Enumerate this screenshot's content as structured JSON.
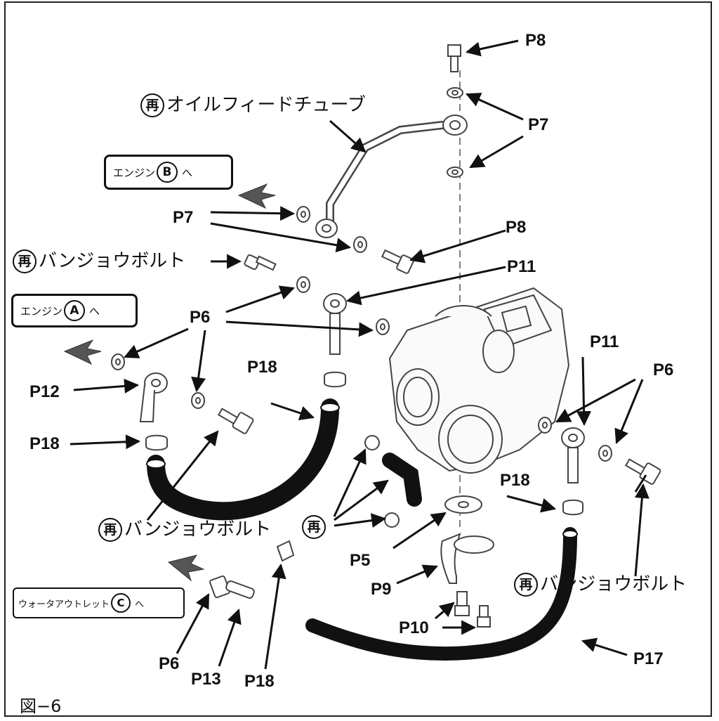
{
  "figure_label": "図−6",
  "regen_mark": "再",
  "callouts": {
    "oil_feed_tube": "オイルフィードチューブ",
    "banjo_bolt_upper": "バンジョウボルト",
    "banjo_bolt_lower_left": "バンジョウボルト",
    "banjo_bolt_lower_right": "バンジョウボルト"
  },
  "destinations": {
    "engine_b": {
      "text": "エンジン",
      "mark": "B",
      "suffix": "へ"
    },
    "engine_a": {
      "text": "エンジン",
      "mark": "A",
      "suffix": "へ"
    },
    "water_outlet": {
      "text": "ウォータアウトレット",
      "mark": "C",
      "suffix": "へ"
    }
  },
  "parts": {
    "p8_top": "P8",
    "p7_right": "P7",
    "p7_left": "P7",
    "p8_mid": "P8",
    "p11_upper": "P11",
    "p6_left": "P6",
    "p18_center": "P18",
    "p12": "P12",
    "p18_left": "P18",
    "p11_right": "P11",
    "p6_right": "P6",
    "p18_right": "P18",
    "p5": "P5",
    "p9": "P9",
    "p10": "P10",
    "p17": "P17",
    "p6_bottom": "P6",
    "p13": "P13",
    "p18_bottom": "P18"
  }
}
